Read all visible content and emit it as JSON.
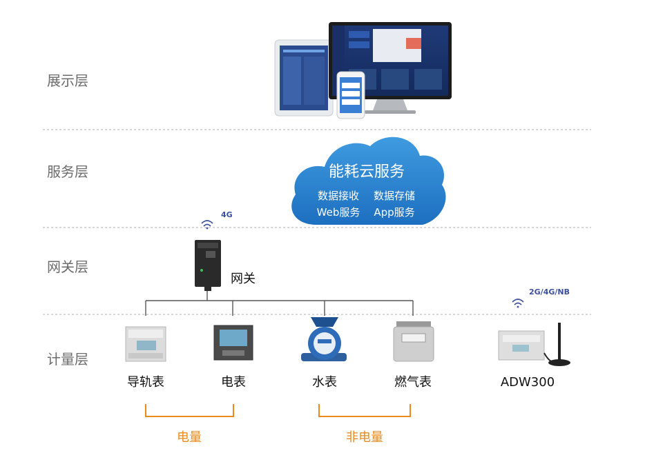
{
  "layers": {
    "display": "展示层",
    "service": "服务层",
    "gateway": "网关层",
    "metering": "计量层"
  },
  "cloud": {
    "title": "能耗云服务",
    "items": [
      "数据接收",
      "数据存储",
      "Web服务",
      "App服务"
    ]
  },
  "gateway": {
    "label": "网关",
    "network": "4G"
  },
  "devices": [
    {
      "label": "导轨表"
    },
    {
      "label": "电表"
    },
    {
      "label": "水表"
    },
    {
      "label": "燃气表"
    },
    {
      "label": "ADW300",
      "network": "2G/4G/NB"
    }
  ],
  "groups": [
    {
      "label": "电量"
    },
    {
      "label": "非电量"
    }
  ],
  "colors": {
    "cloud": "#2f86d1",
    "bracket": "#e88a1e",
    "divider": "#bfbfbf",
    "line": "#555555"
  }
}
